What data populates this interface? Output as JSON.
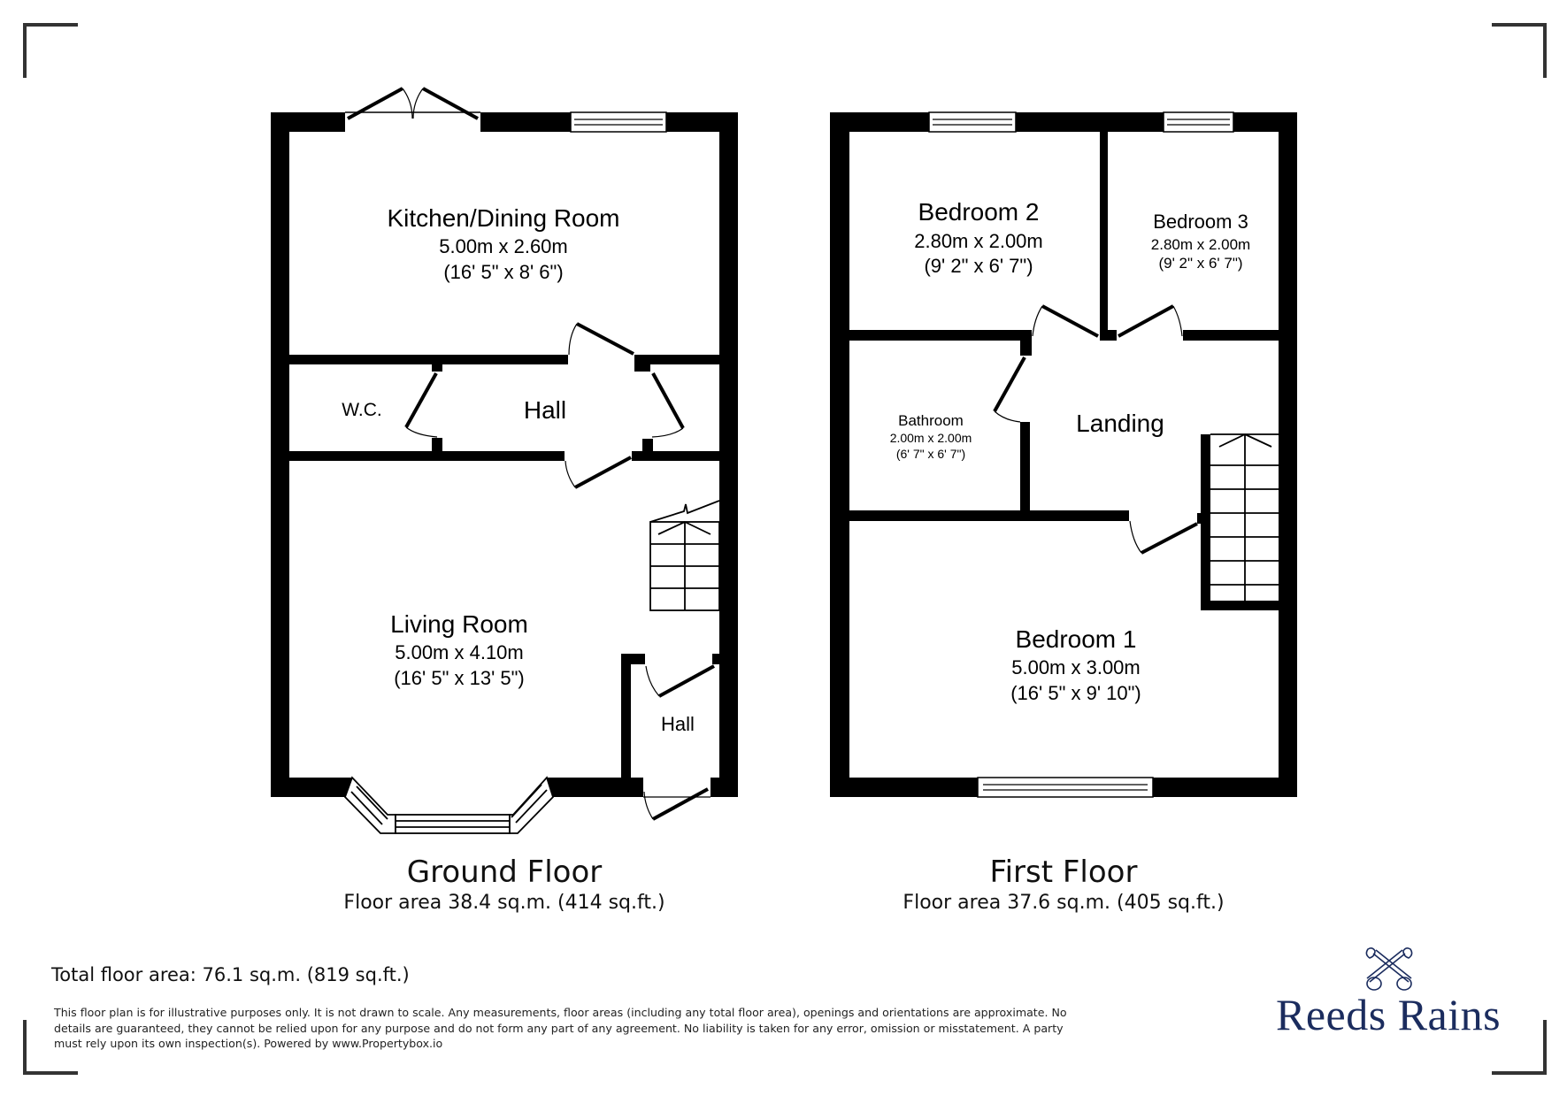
{
  "ground_floor": {
    "title": "Ground Floor",
    "area": "Floor area 38.4 sq.m. (414 sq.ft.)",
    "rooms": [
      {
        "name": "Kitchen/Dining Room",
        "metric": "5.00m x 2.60m",
        "imperial": "(16' 5\" x 8' 6\")"
      },
      {
        "name": "W.C."
      },
      {
        "name": "Hall"
      },
      {
        "name": "Living Room",
        "metric": "5.00m x 4.10m",
        "imperial": "(16' 5\" x 13' 5\")"
      },
      {
        "name": "Hall"
      }
    ]
  },
  "first_floor": {
    "title": "First Floor",
    "area": "Floor area 37.6 sq.m. (405 sq.ft.)",
    "rooms": [
      {
        "name": "Bedroom 2",
        "metric": "2.80m x 2.00m",
        "imperial": "(9' 2\" x 6' 7\")"
      },
      {
        "name": "Bedroom 3",
        "metric": "2.80m x 2.00m",
        "imperial": "(9' 2\" x 6' 7\")"
      },
      {
        "name": "Bathroom",
        "metric": "2.00m x 2.00m",
        "imperial": "(6' 7\" x 6' 7\")"
      },
      {
        "name": "Landing"
      },
      {
        "name": "Bedroom 1",
        "metric": "5.00m x 3.00m",
        "imperial": "(16' 5\" x 9' 10\")"
      }
    ]
  },
  "total_area": "Total floor area: 76.1 sq.m. (819 sq.ft.)",
  "disclaimer": [
    "This floor plan is for illustrative purposes only. It is not drawn to scale. Any measurements, floor areas (including any total floor area), openings and orientations are approximate. No",
    "details are guaranteed, they cannot be relied upon for any purpose and do not form any part of any agreement. No liability is taken for any error, omission or misstatement. A party",
    "must rely upon its own inspection(s). Powered by www.Propertybox.io"
  ],
  "logo": {
    "text": "Reeds Rains",
    "icon": "crossed-keys-icon",
    "color": "#1b2c5e"
  }
}
